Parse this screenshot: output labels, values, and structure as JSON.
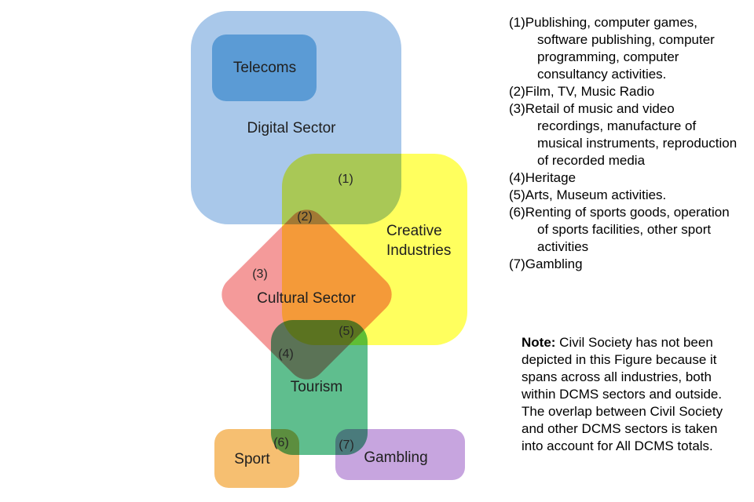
{
  "shapes": {
    "digital": {
      "label": "Digital Sector",
      "color": "#A9C8EA"
    },
    "telecoms": {
      "label": "Telecoms",
      "color": "#5B9BD5"
    },
    "creative": {
      "label": "Creative Industries",
      "color": "#FFFF5E"
    },
    "cultural": {
      "label": "Cultural Sector",
      "color": "#F49A9A"
    },
    "tourism": {
      "label": "Tourism",
      "color": "#5FBE8E"
    },
    "sport": {
      "label": "Sport",
      "color": "#F6BF71"
    },
    "gambling": {
      "label": "Gambling",
      "color": "#C7A5DF"
    }
  },
  "markers": {
    "m1": "(1)",
    "m2": "(2)",
    "m3": "(3)",
    "m4": "(4)",
    "m5": "(5)",
    "m6": "(6)",
    "m7": "(7)"
  },
  "legend": {
    "items": [
      {
        "num": "(1)",
        "text": "Publishing, computer games, software publishing, computer programming, computer consultancy activities."
      },
      {
        "num": "(2)",
        "text": "Film, TV, Music Radio"
      },
      {
        "num": "(3)",
        "text": "Retail of music and video recordings, manufacture of musical instruments, reproduction of recorded media"
      },
      {
        "num": "(4)",
        "text": "Heritage"
      },
      {
        "num": "(5)",
        "text": "Arts, Museum activities."
      },
      {
        "num": "(6)",
        "text": "Renting of sports goods, operation of sports facilities, other sport activities"
      },
      {
        "num": "(7)",
        "text": "Gambling"
      }
    ]
  },
  "note": {
    "label": "Note:",
    "text": " Civil Society has not been depicted in this Figure because it spans across all industries, both within  DCMS sectors and outside. The overlap between Civil Society and other DCMS sectors is taken into account for All DCMS totals."
  }
}
